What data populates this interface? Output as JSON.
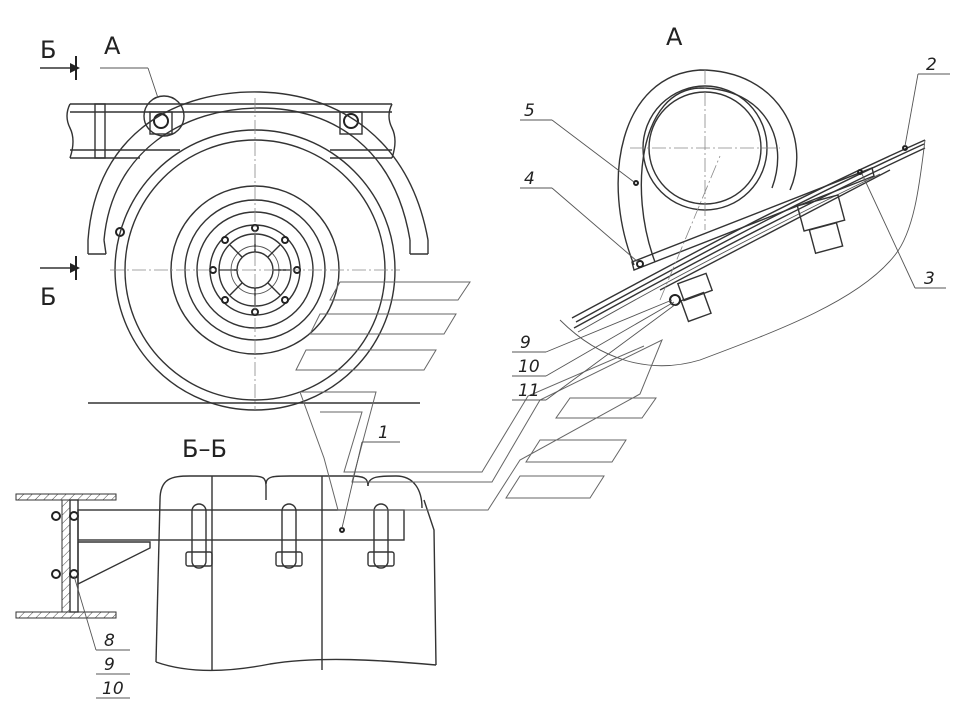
{
  "views": {
    "main_view_arrow_label_top": "Б",
    "main_view_arrow_label_bottom": "Б",
    "detail_callout_label": "А",
    "detail_view_title": "А",
    "section_view_title": "Б–Б"
  },
  "callouts": {
    "c1": "1",
    "c2": "2",
    "c3": "3",
    "c4": "4",
    "c5": "5",
    "c9_detail": "9",
    "c10_detail": "10",
    "c11_detail": "11",
    "c8_section": "8",
    "c9_section": "9",
    "c10_section": "10"
  },
  "colors": {
    "line": "#333333",
    "hatch": "#555555",
    "background": "#ffffff"
  }
}
